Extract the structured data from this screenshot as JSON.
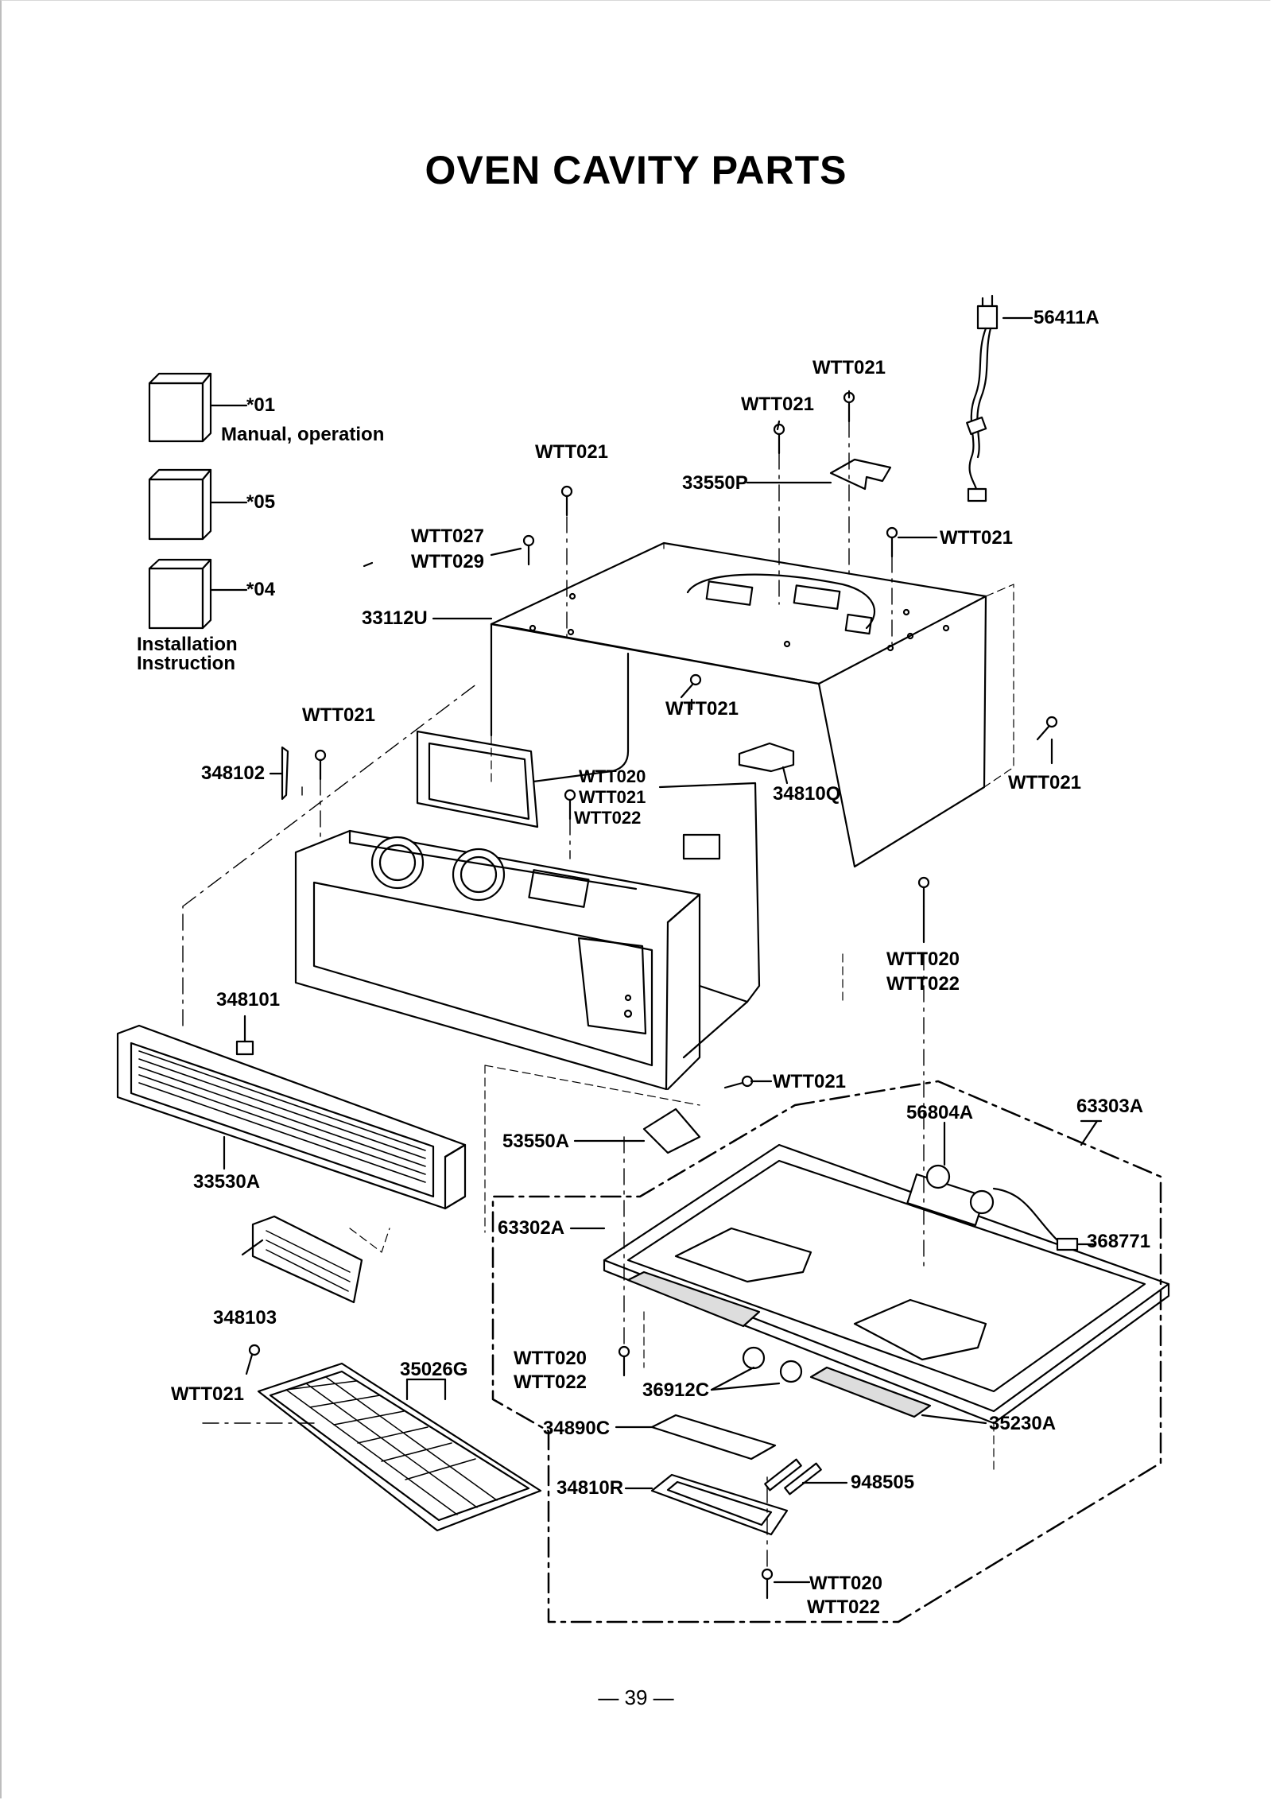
{
  "title": "OVEN CAVITY PARTS",
  "page_number": "— 39 —",
  "booklets": [
    {
      "code": "*01",
      "caption": "Manual, operation"
    },
    {
      "code": "*05",
      "caption": ""
    },
    {
      "code": "*04",
      "caption": "Installation\nInstruction"
    }
  ],
  "parts": {
    "p56411A": "56411A",
    "wtt021_top_right": "WTT021",
    "wtt021_top_center": "WTT021",
    "wtt021_top_left": "WTT021",
    "p33550P": "33550P",
    "wtt027": "WTT027",
    "wtt029": "WTT029",
    "wtt021_right_top": "WTT021",
    "p33112U": "33112U",
    "wtt021_mid": "WTT021",
    "wtt021_left": "WTT021",
    "p348102": "348102",
    "wtt020_inner": "WTT020",
    "wtt021_inner": "WTT021",
    "wtt022_inner": "WTT022",
    "p34810Q": "34810Q",
    "wtt021_far_right": "WTT021",
    "wtt020_right": "WTT020",
    "wtt022_right": "WTT022",
    "p348101": "348101",
    "wtt021_lower": "WTT021",
    "p63303A": "63303A",
    "p56804A": "56804A",
    "p53550A": "53550A",
    "p33530A": "33530A",
    "p63302A": "63302A",
    "p368771": "368771",
    "p348103": "348103",
    "wtt020_bottom_mid": "WTT020",
    "wtt022_bottom_mid": "WTT022",
    "p35026G": "35026G",
    "p36912C": "36912C",
    "wtt021_bottom_left": "WTT021",
    "p35230A": "35230A",
    "p34890C": "34890C",
    "p948505": "948505",
    "p34810R": "34810R",
    "wtt020_bottom": "WTT020",
    "wtt022_bottom": "WTT022"
  }
}
